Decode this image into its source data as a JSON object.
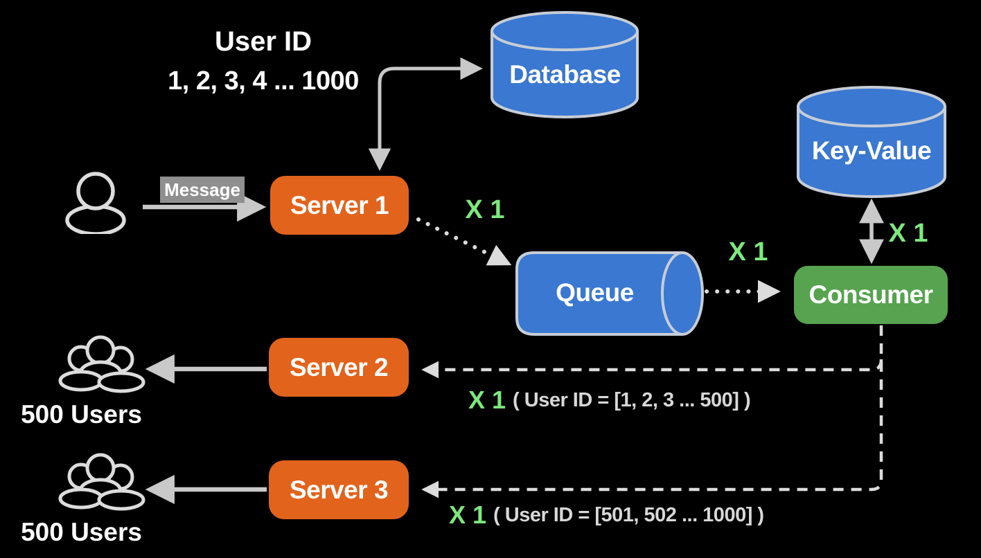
{
  "annotation": {
    "line1": "User ID",
    "line2": "1, 2, 3, 4 ... 1000"
  },
  "nodes": {
    "database": "Database",
    "key_value": "Key-Value",
    "queue": "Queue",
    "consumer": "Consumer",
    "server1": "Server 1",
    "server2": "Server 2",
    "server3": "Server 3"
  },
  "labels": {
    "message": "Message",
    "x1_server1_queue": "X 1",
    "x1_queue_consumer": "X 1",
    "x1_keyvalue_consumer": "X 1"
  },
  "routes": {
    "route1": {
      "multiplier": "X 1",
      "detail": "( User ID = [1, 2, 3 ... 500] )"
    },
    "route2": {
      "multiplier": "X 1",
      "detail": "( User ID = [501, 502 ... 1000] )"
    }
  },
  "users": {
    "group1_label": "500 Users",
    "group2_label": "500 Users"
  },
  "icons": {
    "single_user": "person-icon",
    "user_group": "users-group-icon",
    "database": "database-cylinder-icon",
    "key_value": "database-cylinder-icon",
    "queue": "queue-cylinder-icon"
  },
  "colors": {
    "background": "#000000",
    "server_orange": "#E2631C",
    "db_blue": "#3A78D1",
    "consumer_green": "#57A34F",
    "accent_green": "#7DE87D",
    "line_gray": "#C9C9C9",
    "line_light": "#DCDCDC",
    "rim_gray": "#C7CDD6",
    "badge_gray": "#8F8F8F",
    "text_light": "#D8D8D8",
    "icon_gray": "#DCDCDC"
  }
}
